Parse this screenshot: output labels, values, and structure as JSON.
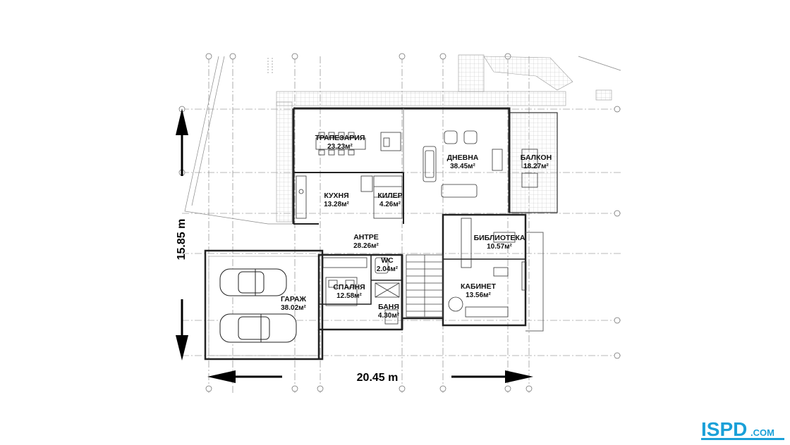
{
  "rooms": {
    "dining": {
      "name": "ТРАПЕЗАРИЯ",
      "area": "23.23м²"
    },
    "living": {
      "name": "ДНЕВНА",
      "area": "38.45м²"
    },
    "balcony": {
      "name": "БАЛКОН",
      "area": "18.27м²"
    },
    "kitchen": {
      "name": "КУХНЯ",
      "area": "13.28м²"
    },
    "pantry": {
      "name": "КИЛЕР",
      "area": "4.26м²"
    },
    "hall": {
      "name": "АНТРЕ",
      "area": "28.26м²"
    },
    "library": {
      "name": "БИБЛИОТЕКА",
      "area": "10.57м²"
    },
    "wc": {
      "name": "WC",
      "area": "2.04м²"
    },
    "bedroom": {
      "name": "СПАЛНЯ",
      "area": "12.58м²"
    },
    "bath": {
      "name": "БАНЯ",
      "area": "4.30м²"
    },
    "study": {
      "name": "КАБИНЕТ",
      "area": "13.56м²"
    },
    "garage": {
      "name": "ГАРАЖ",
      "area": "38.02м²"
    }
  },
  "dimensions": {
    "width": "20.45 m",
    "height": "15.85 m"
  },
  "logo": {
    "main": "ISPD",
    "suffix": ".COM",
    "color": "#1aa0d8"
  }
}
